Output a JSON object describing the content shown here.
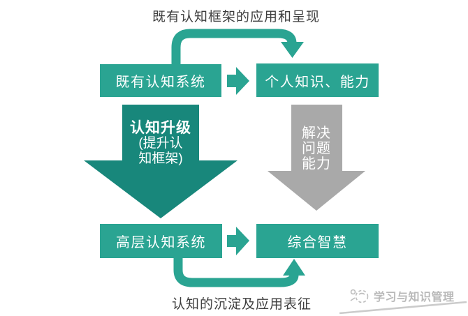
{
  "captions": {
    "top": "既有认知框架的应用和呈现",
    "bottom": "认知的沉淀及应用表征"
  },
  "boxes": {
    "existing_cognitive_system": "既有认知系统",
    "personal_knowledge_ability": "个人知识、能力",
    "higher_cognitive_system": "高层认知系统",
    "integrated_wisdom": "综合智慧"
  },
  "arrows": {
    "cognitive_upgrade": {
      "title": "认知升级",
      "sub_line1": "(提升认",
      "sub_line2": "知框架)"
    },
    "problem_solving": {
      "line1": "解决",
      "line2": "问题",
      "line3": "能力"
    }
  },
  "watermark": {
    "text": "学习与知识管理",
    "icon": "scribble-logo-icon"
  },
  "colors": {
    "teal": "#2aa492",
    "teal_dark": "#18877b",
    "gray": "#a9a9a9",
    "caption_text": "#3e3e3e",
    "watermark": "#b9b9b9"
  }
}
